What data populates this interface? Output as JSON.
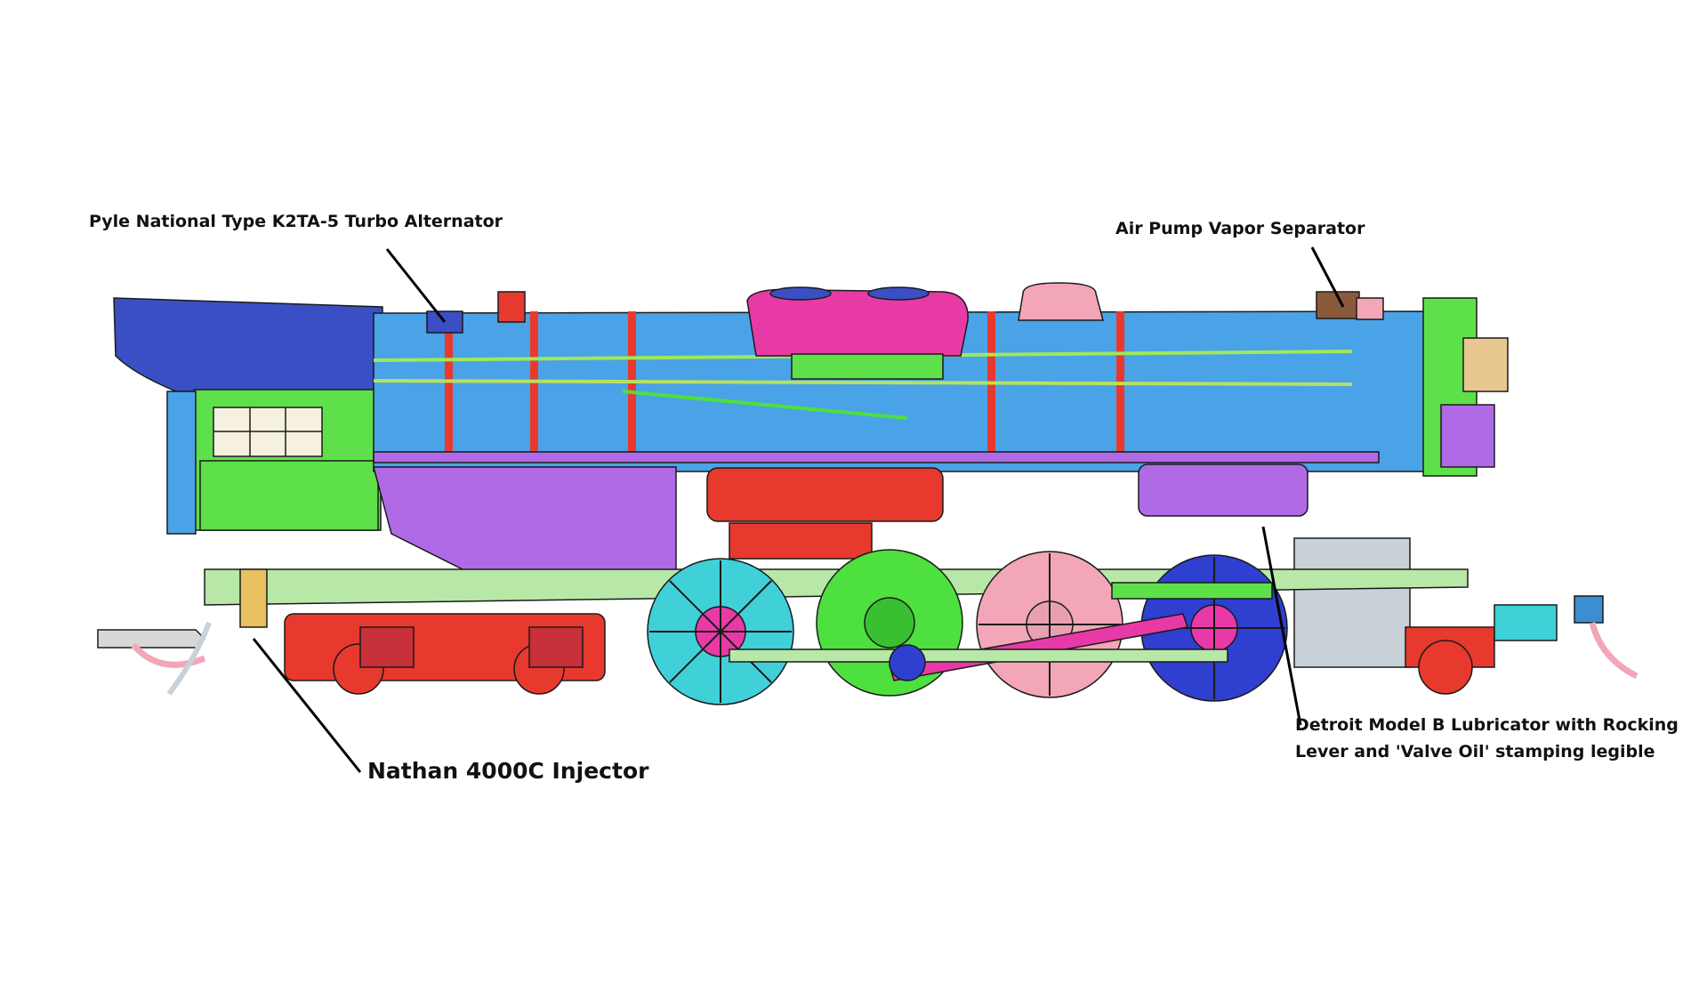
{
  "callouts": {
    "turbo_alternator": "Pyle National Type K2TA-5 Turbo Alternator",
    "vapor_separator": "Air Pump Vapor Separator",
    "injector": "Nathan 4000C Injector",
    "lubricator_line1": "Detroit Model B Lubricator with Rocking",
    "lubricator_line2": "Lever and 'Valve Oil' stamping legible"
  },
  "colors": {
    "boiler": "#4aa3e6",
    "cab_roof": "#3b4fc4",
    "cab": "#5ee04a",
    "frame_red": "#e8392f",
    "magenta": "#e83aa6",
    "cyan": "#3fd0d8",
    "green": "#4ee03e",
    "pink": "#f2a6b8",
    "purple": "#b06ae6",
    "blue": "#2f3fd0",
    "light_green": "#b8e8a8",
    "gray": "#c8d0d8"
  }
}
